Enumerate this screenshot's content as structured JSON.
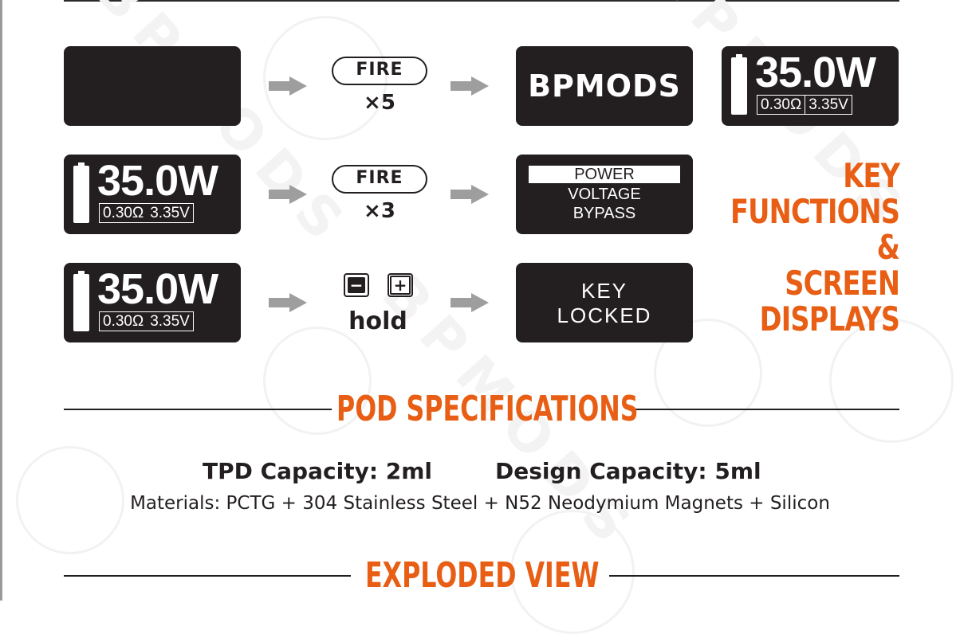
{
  "row1": {
    "press_label": "FIRE",
    "press_count": "×5",
    "result_text": "BPMODS",
    "display": {
      "power": "35.0W",
      "resistance": "0.30Ω",
      "voltage": "3.35V"
    }
  },
  "row2": {
    "display": {
      "power": "35.0W",
      "resistance": "0.30Ω",
      "voltage": "3.35V"
    },
    "press_label": "FIRE",
    "press_count": "×3",
    "menu": [
      "POWER",
      "VOLTAGE",
      "BYPASS"
    ],
    "menu_selected": "POWER"
  },
  "row3": {
    "display": {
      "power": "35.0W",
      "resistance": "0.30Ω",
      "voltage": "3.35V"
    },
    "minus_key": "−",
    "plus_key": "+",
    "hold_label": "hold",
    "result_line1": "KEY",
    "result_line2": "LOCKED"
  },
  "side_title": [
    "KEY",
    "FUNCTIONS",
    "&",
    "SCREEN",
    "DISPLAYS"
  ],
  "pod_specs": {
    "heading": "POD SPECIFICATIONS",
    "tpd_capacity": "TPD Capacity: 2ml",
    "design_capacity": "Design Capacity: 5ml",
    "materials": "Materials: PCTG + 304 Stainless Steel + N52 Neodymium Magnets + Silicon"
  },
  "exploded_view": {
    "heading": "EXPLODED VIEW"
  },
  "colors": {
    "accent": "#e85e14",
    "screen": "#231f20",
    "arrow": "#9e9e9e",
    "text": "#231f20"
  }
}
